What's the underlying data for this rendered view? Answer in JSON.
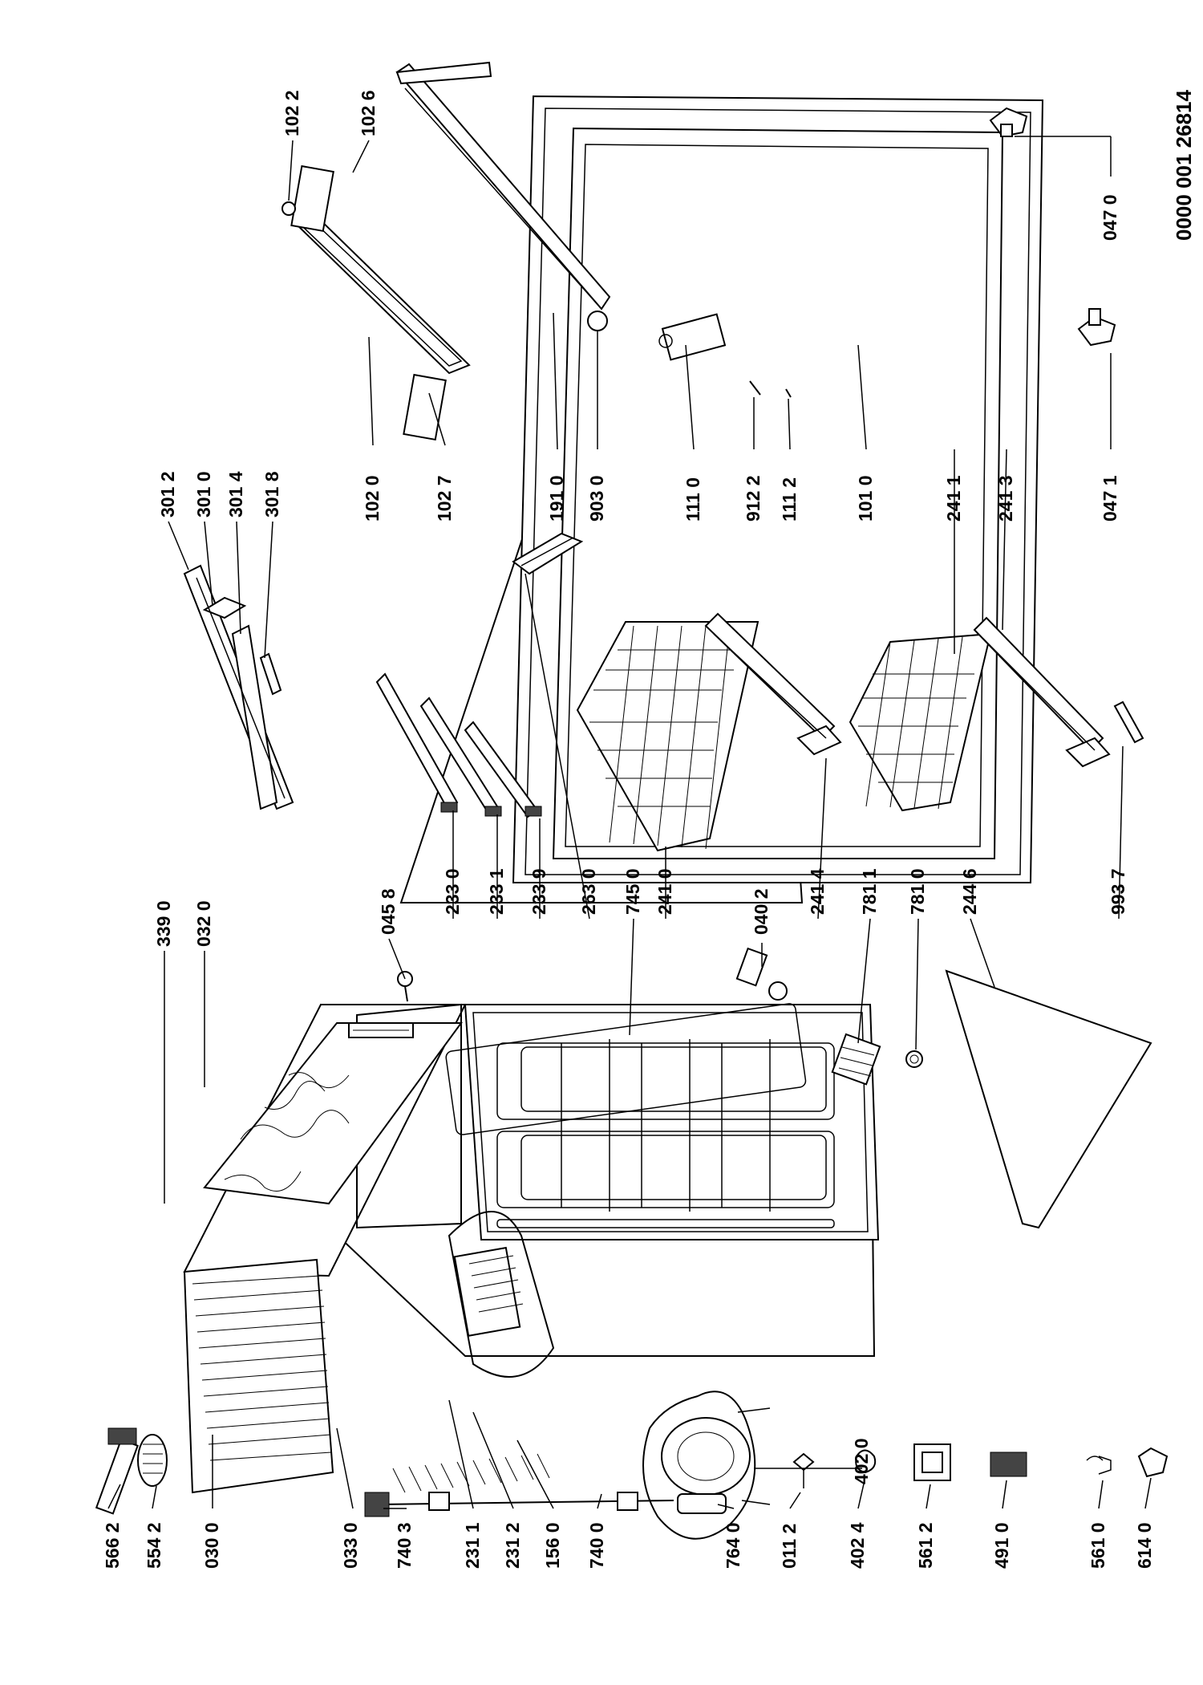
{
  "document_number": "0000 001 26814",
  "part_labels": {
    "p5662": "566 2",
    "p5542": "554 2",
    "p0300": "030 0",
    "p0330": "033 0",
    "p7403": "740 3",
    "p2311": "231 1",
    "p2312": "231 2",
    "p1560": "156 0",
    "p7400": "740 0",
    "p7640": "764 0",
    "p0112": "011 2",
    "p4024": "402 4",
    "p5612": "561 2",
    "p4910": "491 0",
    "p5610": "561 0",
    "p6140": "614 0",
    "p4020": "402 0",
    "p3390": "339 0",
    "p0320": "032 0",
    "p0458": "045 8",
    "p2330": "233 0",
    "p2331": "233 1",
    "p2339": "233 9",
    "p2630": "263 0",
    "p7450": "745 0",
    "p2410": "241 0",
    "p0402": "040 2",
    "p2414": "241 4",
    "p7811": "781 1",
    "p7810": "781 0",
    "p2446": "244 6",
    "p9937": "993 7",
    "p3012": "301 2",
    "p3010": "301 0",
    "p3014": "301 4",
    "p3018": "301 8",
    "p1020": "102 0",
    "p1027": "102 7",
    "p1910": "191 0",
    "p9030": "903 0",
    "p1110": "111 0",
    "p9122": "912 2",
    "p1112": "111 2",
    "p1010": "101 0",
    "p2411": "241 1",
    "p2413": "241 3",
    "p0471": "047 1",
    "p1022": "102 2",
    "p1026": "102 6",
    "p0470": "047 0"
  }
}
